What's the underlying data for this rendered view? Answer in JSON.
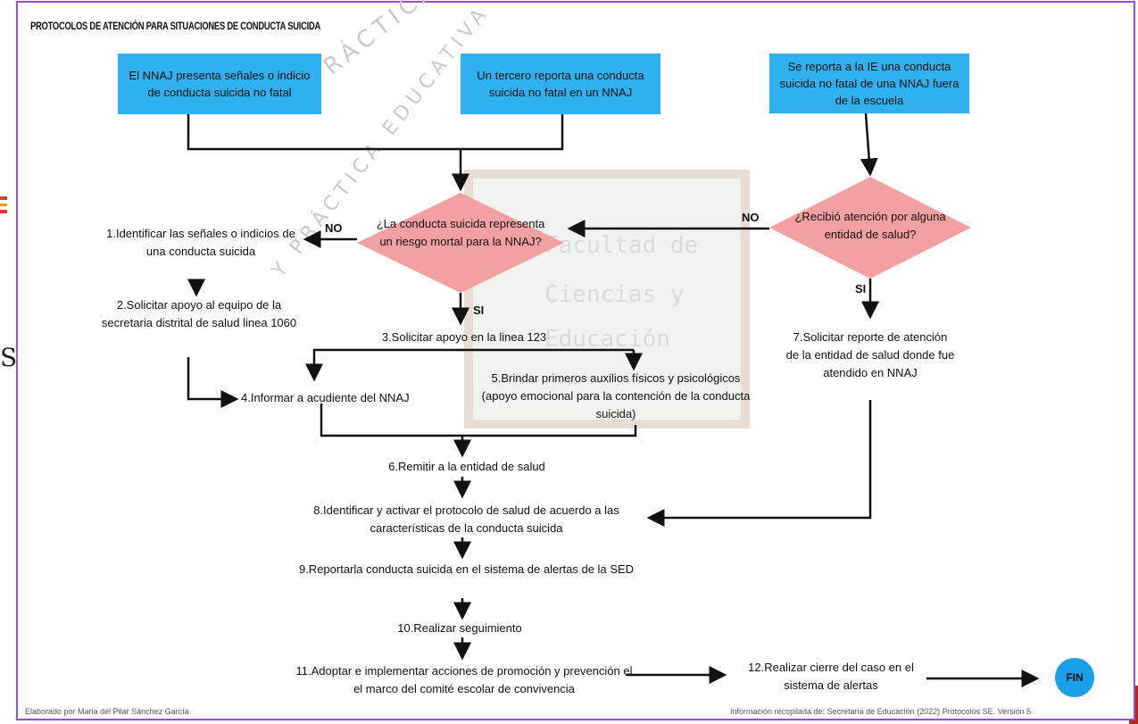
{
  "title": "PROTOCOLOS DE ATENCIÓN PARA SITUACIONES DE CONDUCTA SUICIDA",
  "start_boxes": [
    "El NNAJ presenta señales o indicio de conducta suicida no fatal",
    "Un tercero reporta una conducta suicida no fatal en un NNAJ",
    "Se reporta a la IE una conducta suicida no fatal de una NNAJ fuera de la escuela"
  ],
  "decisions": {
    "risk": "¿La conducta suicida representa un riesgo mortal para la NNAJ?",
    "attention": "¿Recibió atención por alguna entidad de salud?"
  },
  "labels": {
    "no_left": "NO",
    "no_right": "NO",
    "si_center": "SI",
    "si_right": "SI"
  },
  "steps": {
    "s1": "1.Identificar las señales o indicios de una conducta suicida",
    "s2": "2.Solicitar apoyo al equipo    de la secretaria distrital de salud linea 1060",
    "s3": "3.Solicitar apoyo en la linea 123",
    "s4": "4.Informar a acudiente del NNAJ",
    "s5": "5.Brindar primeros auxilios físicos y psicológicos (apoyo emocional para la contención de la conducta suicida)",
    "s6": "6.Remitir a la entidad de salud",
    "s7": "7.Solicitar reporte de atención de la entidad de salud donde fue atendido en NNAJ",
    "s8": "8.Identificar y activar el protocolo de salud de acuerdo a las características de la conducta suicida",
    "s9": "9.Reportarla conducta suicida en el sistema de alertas de la SED",
    "s10": "10.Realizar seguimiento",
    "s11": "11.Adoptar e implementar acciones de promoción y prevención el el marco del comité escolar de convivencia",
    "s12": "12.Realizar cierre del caso en el sistema de alertas"
  },
  "end": "FIN",
  "footer": {
    "left": "Elaborado por Maria del Pilar Sánchez García",
    "right": "Información recopilada de: Secretaria de Educación (2022) Protocolos SE. Versión 5"
  },
  "watermark": {
    "arc1": "PRÁCTICA PEDAGÓGICA",
    "arc2": "Y PRÁCTICA EDUCATIVA",
    "board_line1": "Facultad de",
    "board_line2": "Ciencias y",
    "board_line3": "Educación"
  },
  "colors": {
    "box": "#2fb1ef",
    "diamond": "#f3a0a0",
    "border": "#9c4fd6",
    "fin": "#1aa0e8"
  }
}
